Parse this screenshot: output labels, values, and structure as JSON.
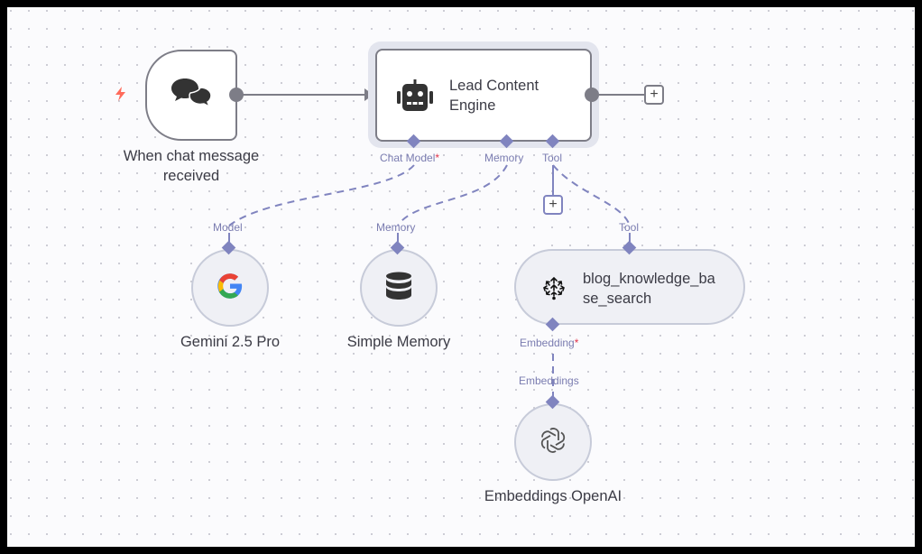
{
  "canvas": {
    "background": "#fbfbfd",
    "accent_color": "#8084bf",
    "trigger_color": "#ff6b5b"
  },
  "nodes": {
    "chat_trigger": {
      "label_line1": "When chat message",
      "label_line2": "received",
      "icon": "chat-bubbles-icon",
      "trigger_icon": "lightning-bolt-icon"
    },
    "agent": {
      "label_line1": "Lead Content",
      "label_line2": "Engine",
      "icon": "robot-icon",
      "ports": {
        "chat_model": "Chat Model",
        "memory": "Memory",
        "tool": "Tool"
      }
    },
    "gemini": {
      "label": "Gemini 2.5 Pro",
      "port": "Model",
      "icon": "google-g-icon"
    },
    "memory": {
      "label": "Simple Memory",
      "port": "Memory",
      "icon": "database-icon"
    },
    "vector_tool": {
      "label_line1": "blog_knowledge_ba",
      "label_line2": "se_search",
      "port_top": "Tool",
      "port_bottom": "Embedding",
      "icon": "vector-store-icon"
    },
    "embeddings": {
      "label": "Embeddings OpenAI",
      "port": "Embeddings",
      "icon": "openai-icon"
    }
  },
  "required_marker": "*",
  "plus_label": "+"
}
